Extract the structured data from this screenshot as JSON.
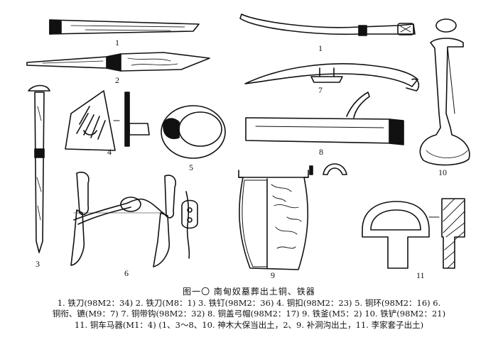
{
  "figure": {
    "labels": [
      "1",
      "2",
      "3",
      "4",
      "5",
      "6",
      "7",
      "8",
      "9",
      "10",
      "11"
    ]
  },
  "caption": {
    "title": "图一〇  南甸奴墓葬出土铜、铁器",
    "line1": "1. 铁刀(98M2：34)   2. 铁刀(M8：1)   3. 铁钉(98M2：36)   4. 铜扣(98M2：23)   5. 铜环(98M2：16)   6.",
    "line2": "铜衔、镳(M9：7)   7. 铜带钩(98M2：32)   8. 铜盖弓帽(98M2：17)   9. 铁釜(M5：2)   10. 铁铲(98M2：21)",
    "line3": "11. 铜车马器(M1：4)  (1、3～8、10. 神木大保当出土，2、9. 补洞沟出土，11. 李家套子出土)"
  }
}
